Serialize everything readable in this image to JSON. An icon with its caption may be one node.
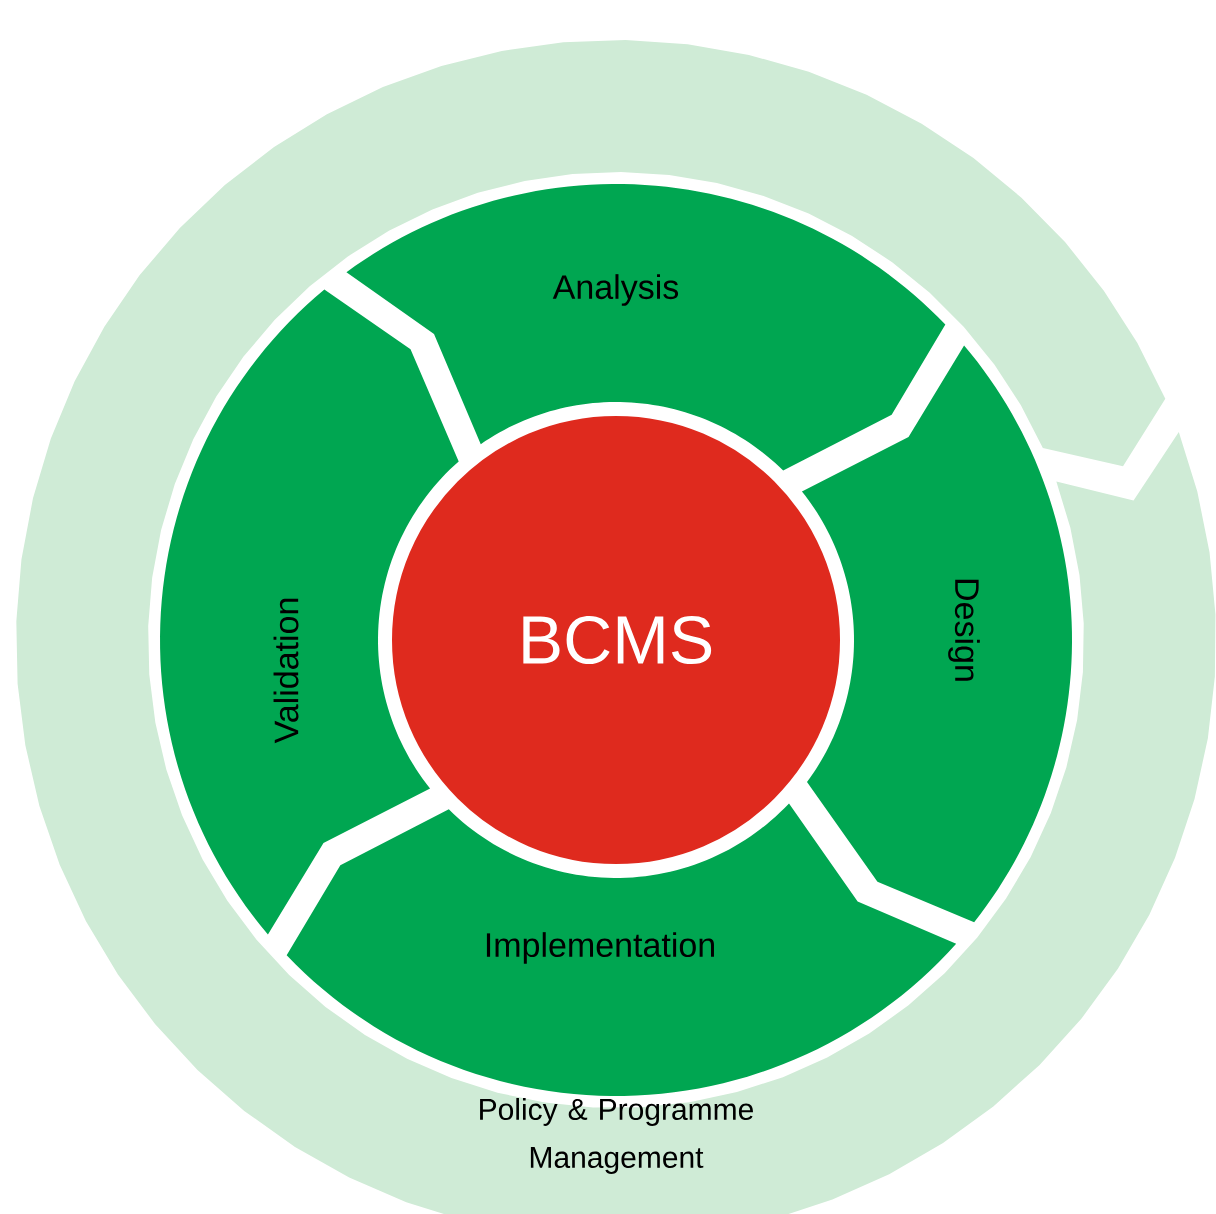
{
  "diagram": {
    "nodes": [
      {
        "text": [
          "Policy & Programme Management"
        ]
      },
      {
        "text": [
          "Analysis"
        ]
      },
      {
        "text": [
          "Design"
        ]
      },
      {
        "text": [
          "Implementation"
        ]
      },
      {
        "text": [
          "Validation"
        ]
      },
      {
        "text": [
          "BCMS"
        ]
      }
    ],
    "edges": []
  }
}
